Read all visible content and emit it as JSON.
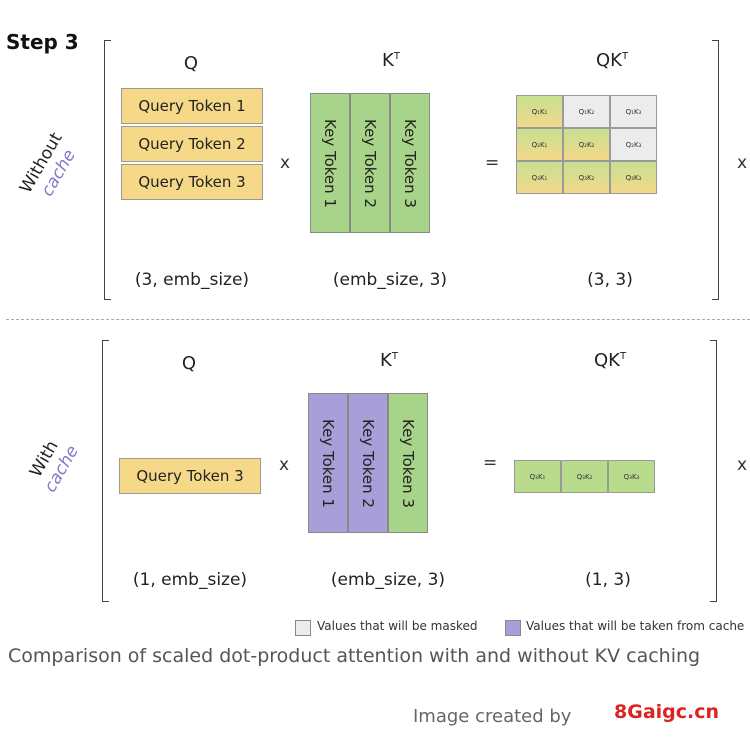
{
  "step_title": "Step 3",
  "multiply_sign": "x",
  "equals_sign": "=",
  "sections": [
    {
      "label_line1": "Without",
      "label_line2": "cache",
      "q_header": "Q",
      "k_header": "K",
      "qk_header": "QK",
      "superscript": "T",
      "query_tokens": [
        "Query Token 1",
        "Query Token 2",
        "Query Token 3"
      ],
      "key_tokens": [
        "Key Token 1",
        "Key Token 2",
        "Key Token 3"
      ],
      "result_cells": [
        [
          "Q₁K₁",
          "Q₁K₂",
          "Q₁K₃"
        ],
        [
          "Q₂K₁",
          "Q₂K₂",
          "Q₂K₃"
        ],
        [
          "Q₃K₁",
          "Q₃K₂",
          "Q₃K₃"
        ]
      ],
      "q_dim": "(3, emb_size)",
      "k_dim": "(emb_size, 3)",
      "qk_dim": "(3, 3)"
    },
    {
      "label_line1": "With",
      "label_line2": "cache",
      "q_header": "Q",
      "k_header": "K",
      "qk_header": "QK",
      "superscript": "T",
      "query_tokens": [
        "Query Token 3"
      ],
      "key_tokens": [
        "Key Token 1",
        "Key Token 2",
        "Key Token 3"
      ],
      "result_cells": [
        [
          "Q₃K₁",
          "Q₃K₂",
          "Q₃K₃"
        ]
      ],
      "q_dim": "(1, emb_size)",
      "k_dim": "(emb_size, 3)",
      "qk_dim": "(1, 3)"
    }
  ],
  "legend": {
    "masked": "Values that will be masked",
    "cached": "Values that will be taken from cache"
  },
  "colors": {
    "query": "#f6d889",
    "key": "#a8d48a",
    "cached_key": "#a89fd8",
    "masked": "#ececec"
  },
  "caption": "Comparison of scaled dot-product attention with and without KV caching",
  "credit": "Image created by",
  "watermark": "8Gaigc.cn"
}
